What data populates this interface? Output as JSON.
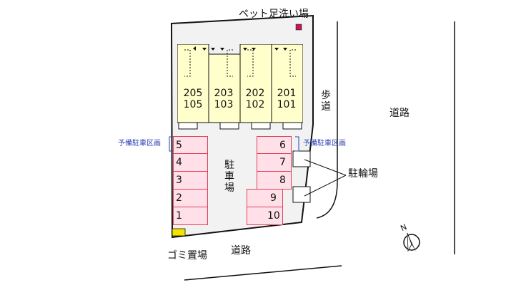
{
  "labels": {
    "pet_wash": "ペット足洗い場",
    "sidewalk": "歩道",
    "road_right": "道路",
    "road_bottom": "道路",
    "parking": "駐車場",
    "bicycle": "駐輪場",
    "garbage": "ゴミ置場",
    "reserve_left": "予備駐車区画",
    "reserve_right": "予備駐車区画",
    "compass": "N"
  },
  "units": [
    {
      "upper": "205",
      "lower": "105"
    },
    {
      "upper": "203",
      "lower": "103"
    },
    {
      "upper": "202",
      "lower": "102"
    },
    {
      "upper": "201",
      "lower": "101"
    }
  ],
  "parking_left": [
    "5",
    "4",
    "3",
    "2",
    "1"
  ],
  "parking_right": [
    "6",
    "7",
    "8",
    "9",
    "10"
  ],
  "colors": {
    "building_fill": "#ffffcc",
    "parking_fill": "#ffe0e8",
    "parking_border": "#e0405a",
    "reserve_text": "#2b3fb5",
    "pet_wash": "#c2185b",
    "garbage_fill": "#f5e400",
    "lot_fill": "#f2f2f2"
  }
}
